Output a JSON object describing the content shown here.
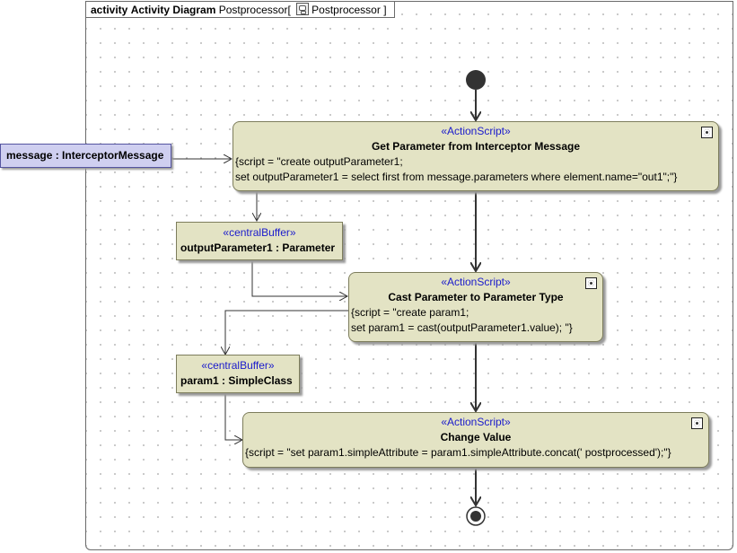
{
  "diagram": {
    "header": {
      "keyword": "activity",
      "title": "Activity Diagram",
      "name": "Postprocessor",
      "bracket_open": "[",
      "owner": "Postprocessor",
      "bracket_close": "]"
    },
    "pin": {
      "label": "message : InterceptorMessage"
    },
    "actions": [
      {
        "stereotype": "«ActionScript»",
        "name": "Get Parameter from Interceptor Message",
        "lines": [
          "{script = \"create outputParameter1;",
          "set outputParameter1 = select first from message.parameters where element.name=\"out1\";\"}"
        ]
      },
      {
        "stereotype": "«ActionScript»",
        "name": "Cast Parameter to Parameter Type",
        "lines": [
          "{script = \"create param1;",
          "set param1 = cast(outputParameter1.value); \"}"
        ]
      },
      {
        "stereotype": "«ActionScript»",
        "name": "Change Value",
        "lines": [
          "{script = \"set param1.simpleAttribute = param1.simpleAttribute.concat(' postprocessed');\"}"
        ]
      }
    ],
    "buffers": [
      {
        "stereotype": "«centralBuffer»",
        "name": "outputParameter1 : Parameter"
      },
      {
        "stereotype": "«centralBuffer»",
        "name": "param1 : SimpleClass"
      }
    ],
    "colors": {
      "node_fill": "#e3e3c4",
      "pin_fill": "#cfcff0",
      "stereotype_text": "#1a1acc"
    }
  }
}
